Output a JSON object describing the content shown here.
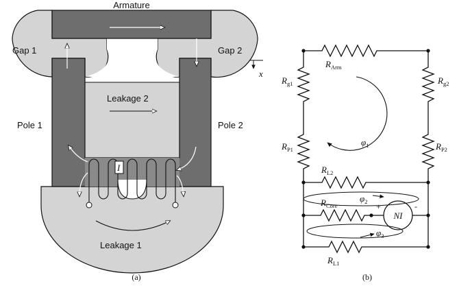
{
  "panel_a": {
    "caption": "(a)",
    "labels": {
      "armature": "Armature",
      "gap1": "Gap 1",
      "gap2": "Gap 2",
      "pole1": "Pole 1",
      "pole2": "Pole 2",
      "leakage1": "Leakage 1",
      "leakage2": "Leakage 2",
      "current": "I",
      "x_axis": "x"
    },
    "colors": {
      "flux_region": "#d4d4d4",
      "iron": "#6e6e6e",
      "outline": "#111111"
    }
  },
  "panel_b": {
    "caption": "(b)",
    "script_r": "R",
    "resistors": {
      "r_arm": "Arm",
      "r_g1": "g1",
      "r_g2": "g2",
      "r_p1": "P1",
      "r_p2": "P2",
      "r_l2": "L2",
      "r_core": "Core",
      "r_l1": "L1"
    },
    "fluxes": {
      "phi": "φ",
      "phi1": "1",
      "phi2": "2",
      "phi3": "3"
    },
    "source": {
      "label": "NI",
      "plus": "+",
      "minus": "-"
    }
  }
}
